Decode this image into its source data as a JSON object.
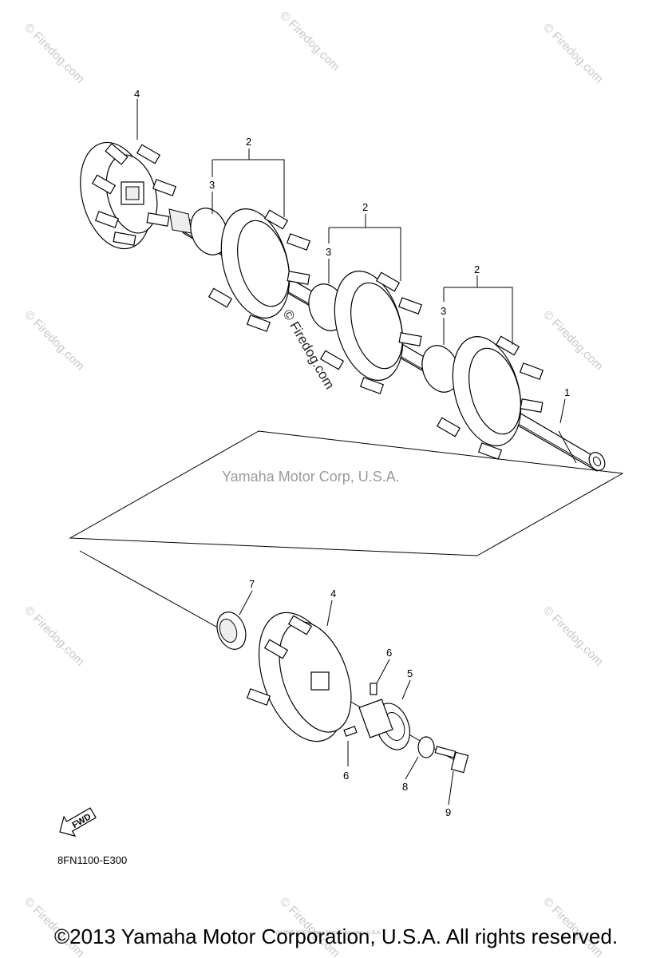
{
  "diagram": {
    "callouts": {
      "c1": "1",
      "c2a": "2",
      "c2b": "2",
      "c2c": "2",
      "c3a": "3",
      "c3b": "3",
      "c3c": "3",
      "c4a": "4",
      "c4b": "4",
      "c5": "5",
      "c6a": "6",
      "c6b": "6",
      "c7": "7",
      "c8": "8",
      "c9": "9"
    },
    "part_code": "8FN1100-E300",
    "fwd_label": "FWD",
    "center_watermark": "Yamaha Motor Corp, U.S.A.",
    "firedog_center": "© Firedog.com",
    "firedog_watermark": "© Firedog.com",
    "tiny_notice": "(c) 2000-2015 Yamaha Motor Corporation, U.S.A."
  },
  "footer": {
    "copyright": "©2013 Yamaha Motor Corporation, U.S.A. All rights reserved."
  }
}
